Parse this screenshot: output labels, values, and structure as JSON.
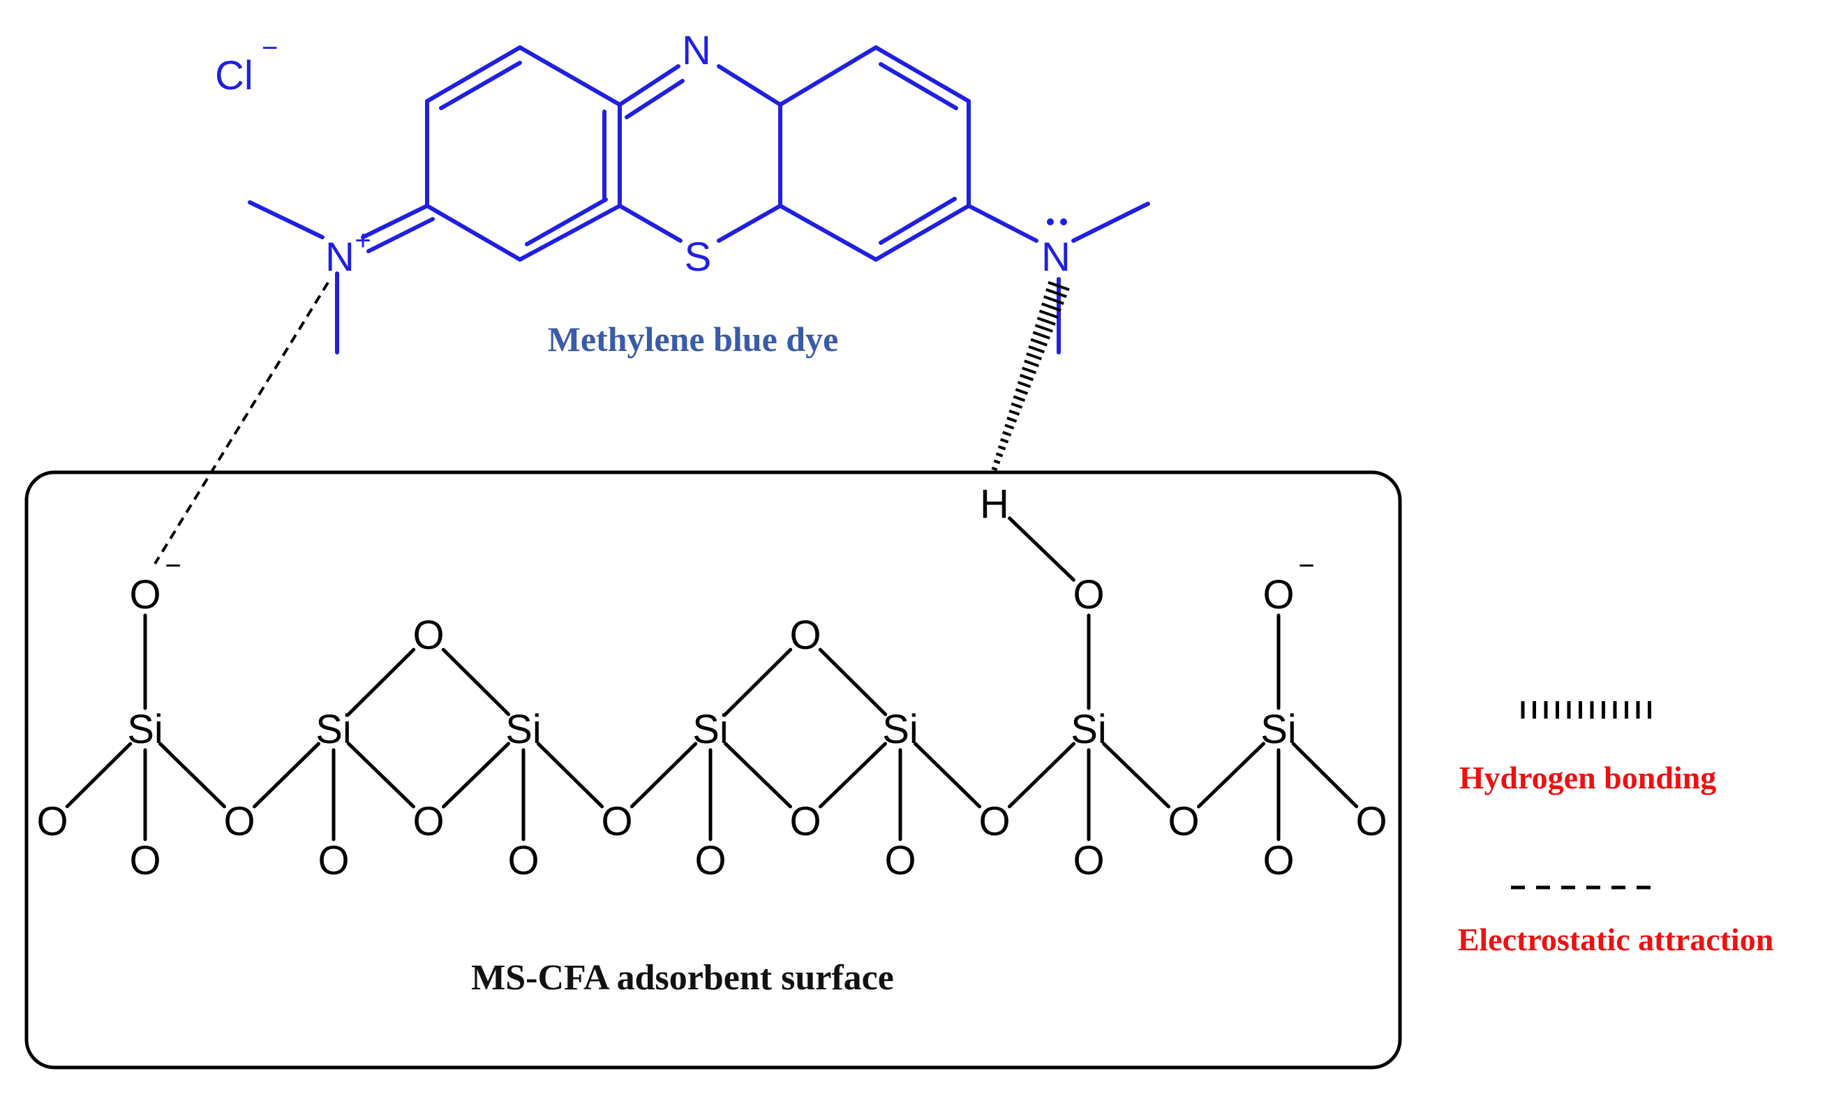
{
  "dye": {
    "label": "Methylene blue dye",
    "counter_ion": "Cl",
    "counter_charge": "−",
    "ring_n": "N",
    "ring_s": "S",
    "n_plus": "N",
    "n_plus_charge": "+",
    "n_lone": "N"
  },
  "surface": {
    "label": "MS-CFA adsorbent surface",
    "si": "Si",
    "o": "O",
    "h": "H",
    "o_minus_charge": "−"
  },
  "legend": {
    "hydrogen_bonding": "Hydrogen bonding",
    "electrostatic": "Electrostatic attraction"
  },
  "colors": {
    "dye": "#2020e0",
    "dye_label": "#3a5ba8",
    "legend_text": "#ee1111",
    "surface": "#000000"
  }
}
